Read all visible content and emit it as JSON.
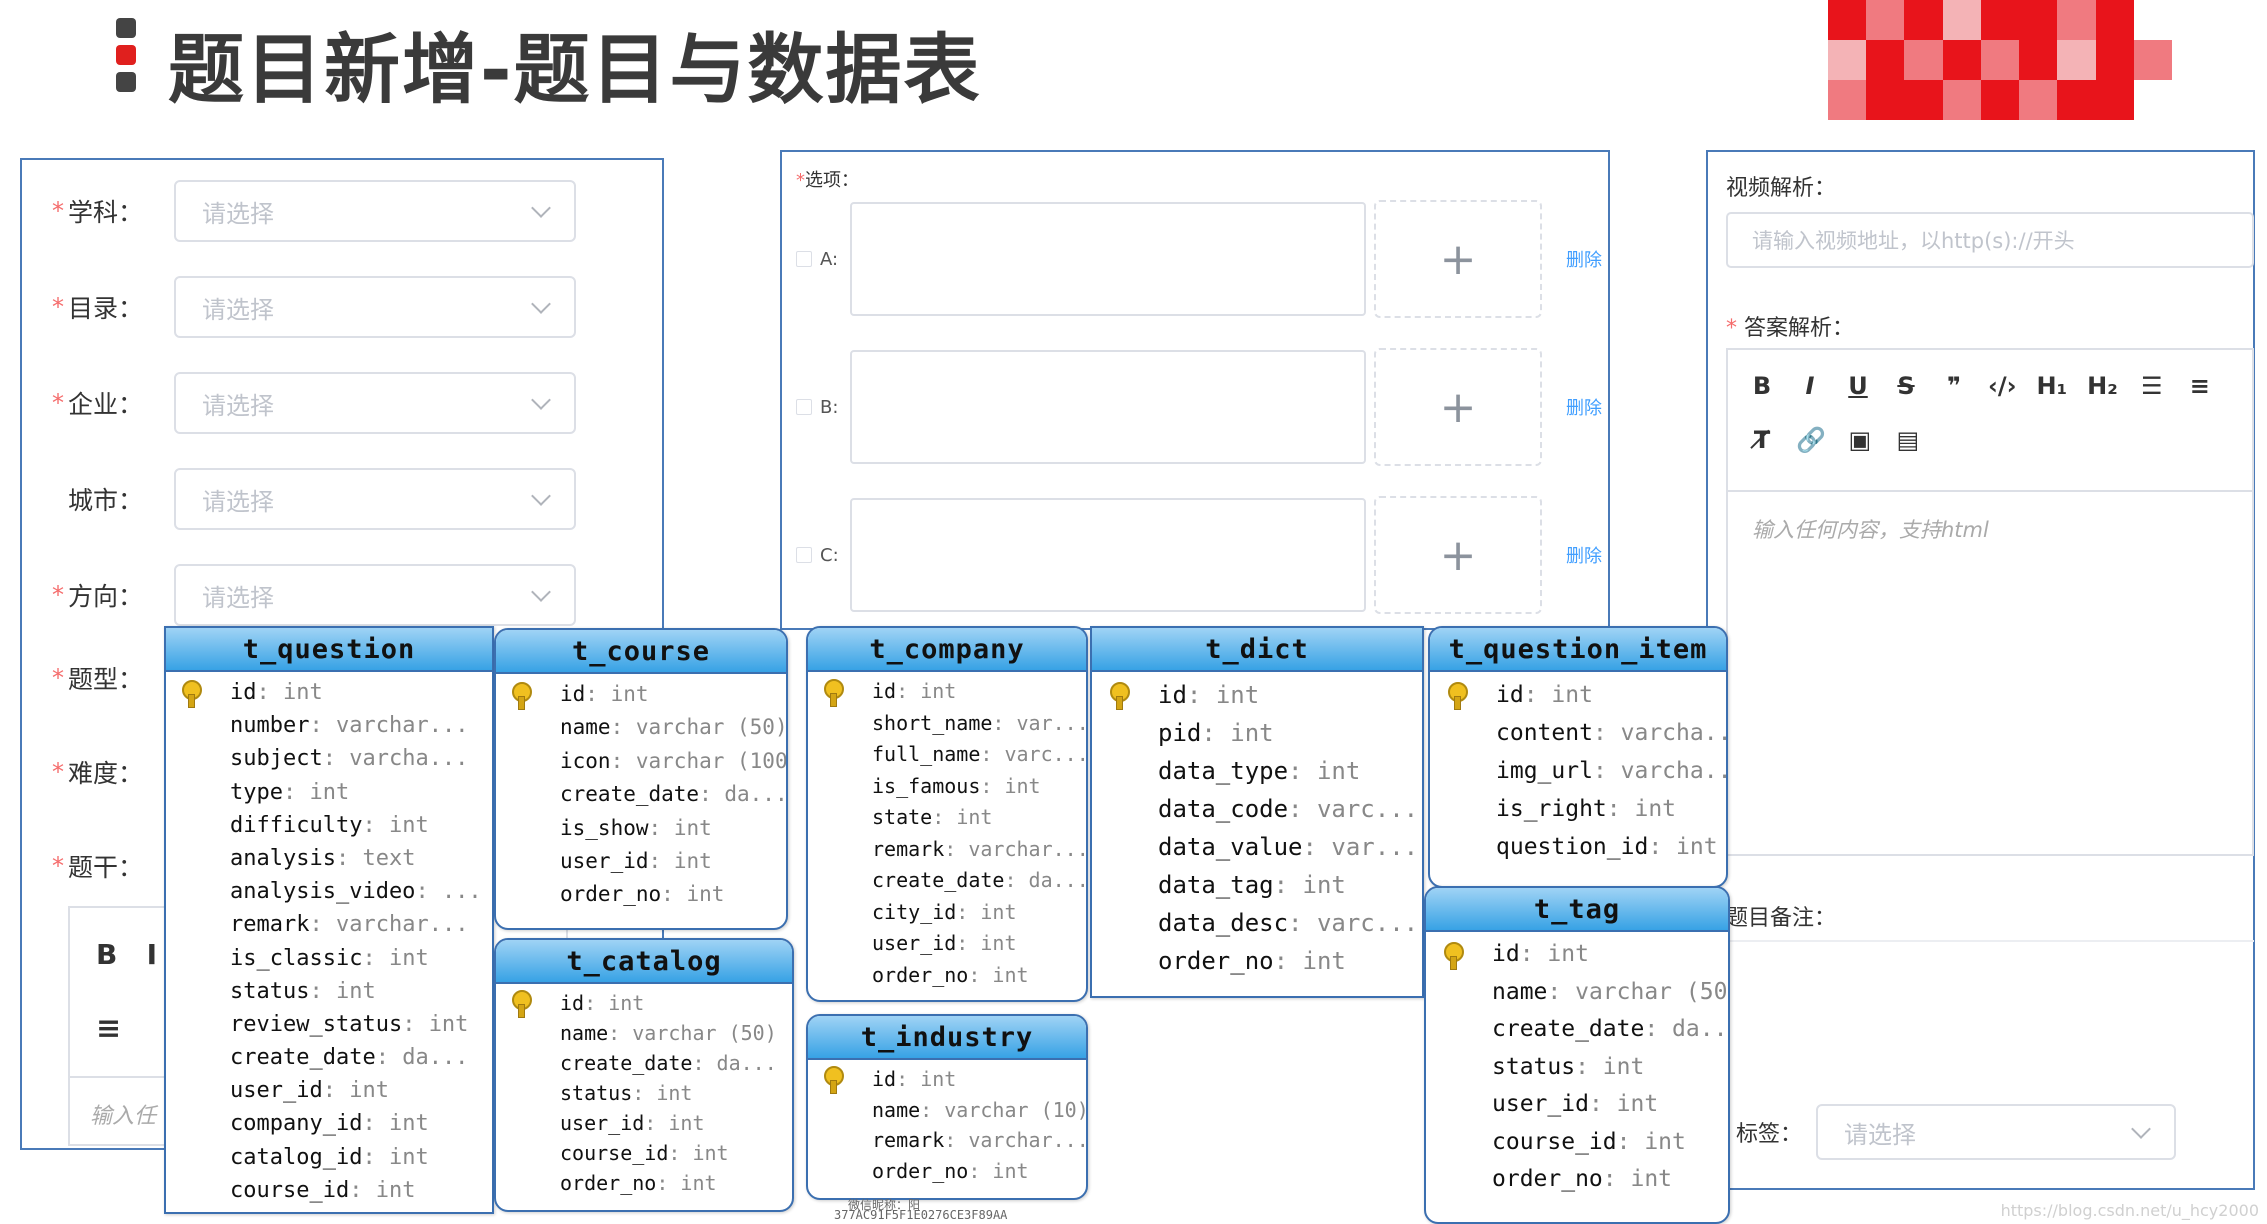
{
  "title": "题目新增-题目与数据表",
  "colors": {
    "accent": "#409eff",
    "required": "#f56c6c",
    "table_header": "#37a2e5",
    "brand_red": "#e0201e"
  },
  "left_form": {
    "fields": [
      {
        "label": "学科：",
        "required": true,
        "placeholder": "请选择"
      },
      {
        "label": "目录：",
        "required": true,
        "placeholder": "请选择"
      },
      {
        "label": "企业：",
        "required": true,
        "placeholder": "请选择"
      },
      {
        "label": "城市：",
        "required": false,
        "placeholder": "请选择"
      },
      {
        "label": "方向：",
        "required": true,
        "placeholder": "请选择"
      },
      {
        "label": "题型：",
        "required": true,
        "placeholder": ""
      },
      {
        "label": "难度：",
        "required": true,
        "placeholder": ""
      },
      {
        "label": "题干：",
        "required": true,
        "placeholder": ""
      }
    ],
    "editor_bold": "B",
    "editor_italic": "I",
    "editor_placeholder": "输入任"
  },
  "options": {
    "label": "选项：",
    "items": [
      {
        "letter": "A:",
        "delete": "删除"
      },
      {
        "letter": "B:",
        "delete": "删除"
      },
      {
        "letter": "C:",
        "delete": "删除"
      }
    ]
  },
  "right_form": {
    "video_label": "视频解析：",
    "video_placeholder": "请输入视频地址，以http(s)://开头",
    "answer_label": "答案解析：",
    "toolbar": [
      "B",
      "I",
      "U",
      "S",
      "❞",
      "‹/›",
      "H₁",
      "H₂",
      "☰",
      "≡",
      "T̸",
      "🔗",
      "▣",
      "▤"
    ],
    "editor_placeholder": "输入任何内容，支持html",
    "remark_label": "题目备注：",
    "tag_label": "标签：",
    "tag_placeholder": "请选择"
  },
  "tables": [
    {
      "name": "t_question",
      "columns": [
        {
          "name": "id",
          "type": "int",
          "pk": true
        },
        {
          "name": "number",
          "type": "varchar..."
        },
        {
          "name": "subject",
          "type": "varcha..."
        },
        {
          "name": "type",
          "type": "int"
        },
        {
          "name": "difficulty",
          "type": "int"
        },
        {
          "name": "analysis",
          "type": "text"
        },
        {
          "name": "analysis_video",
          "type": "..."
        },
        {
          "name": "remark",
          "type": "varchar..."
        },
        {
          "name": "is_classic",
          "type": "int"
        },
        {
          "name": "status",
          "type": "int"
        },
        {
          "name": "review_status",
          "type": "int"
        },
        {
          "name": "create_date",
          "type": "da..."
        },
        {
          "name": "user_id",
          "type": "int"
        },
        {
          "name": "company_id",
          "type": "int"
        },
        {
          "name": "catalog_id",
          "type": "int"
        },
        {
          "name": "course_id",
          "type": "int"
        }
      ]
    },
    {
      "name": "t_course",
      "columns": [
        {
          "name": "id",
          "type": "int",
          "pk": true
        },
        {
          "name": "name",
          "type": "varchar (50)"
        },
        {
          "name": "icon",
          "type": "varchar (100)"
        },
        {
          "name": "create_date",
          "type": "da..."
        },
        {
          "name": "is_show",
          "type": "int"
        },
        {
          "name": "user_id",
          "type": "int"
        },
        {
          "name": "order_no",
          "type": "int"
        }
      ]
    },
    {
      "name": "t_catalog",
      "columns": [
        {
          "name": "id",
          "type": "int",
          "pk": true
        },
        {
          "name": "name",
          "type": "varchar (50)"
        },
        {
          "name": "create_date",
          "type": "da..."
        },
        {
          "name": "status",
          "type": "int"
        },
        {
          "name": "user_id",
          "type": "int"
        },
        {
          "name": "course_id",
          "type": "int"
        },
        {
          "name": "order_no",
          "type": "int"
        }
      ]
    },
    {
      "name": "t_company",
      "columns": [
        {
          "name": "id",
          "type": "int",
          "pk": true
        },
        {
          "name": "short_name",
          "type": "var..."
        },
        {
          "name": "full_name",
          "type": "varc..."
        },
        {
          "name": "is_famous",
          "type": "int"
        },
        {
          "name": "state",
          "type": "int"
        },
        {
          "name": "remark",
          "type": "varchar..."
        },
        {
          "name": "create_date",
          "type": "da..."
        },
        {
          "name": "city_id",
          "type": "int"
        },
        {
          "name": "user_id",
          "type": "int"
        },
        {
          "name": "order_no",
          "type": "int"
        }
      ]
    },
    {
      "name": "t_industry",
      "columns": [
        {
          "name": "id",
          "type": "int",
          "pk": true
        },
        {
          "name": "name",
          "type": "varchar (10)"
        },
        {
          "name": "remark",
          "type": "varchar..."
        },
        {
          "name": "order_no",
          "type": "int"
        }
      ]
    },
    {
      "name": "t_dict",
      "columns": [
        {
          "name": "id",
          "type": "int",
          "pk": true
        },
        {
          "name": "pid",
          "type": "int"
        },
        {
          "name": "data_type",
          "type": "int"
        },
        {
          "name": "data_code",
          "type": "varc..."
        },
        {
          "name": "data_value",
          "type": "var..."
        },
        {
          "name": "data_tag",
          "type": "int"
        },
        {
          "name": "data_desc",
          "type": "varc..."
        },
        {
          "name": "order_no",
          "type": "int"
        }
      ]
    },
    {
      "name": "t_question_item",
      "columns": [
        {
          "name": "id",
          "type": "int",
          "pk": true
        },
        {
          "name": "content",
          "type": "varcha..."
        },
        {
          "name": "img_url",
          "type": "varcha..."
        },
        {
          "name": "is_right",
          "type": "int"
        },
        {
          "name": "question_id",
          "type": "int"
        }
      ]
    },
    {
      "name": "t_tag",
      "columns": [
        {
          "name": "id",
          "type": "int",
          "pk": true
        },
        {
          "name": "name",
          "type": "varchar (50)"
        },
        {
          "name": "create_date",
          "type": "da..."
        },
        {
          "name": "status",
          "type": "int"
        },
        {
          "name": "user_id",
          "type": "int"
        },
        {
          "name": "course_id",
          "type": "int"
        },
        {
          "name": "order_no",
          "type": "int"
        }
      ]
    }
  ],
  "footnote": "377AC91F5F1E0276CE3F89AA",
  "footnote_prefix": "微信昵称：阳",
  "watermark": "https://blog.csdn.net/u_hcy2000"
}
